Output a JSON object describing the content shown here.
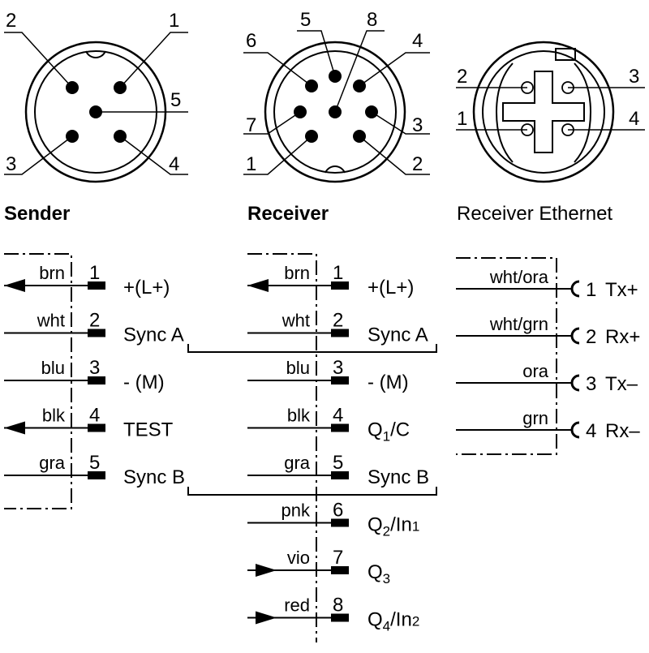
{
  "connectors": {
    "sender": {
      "pins": [
        "1",
        "2",
        "3",
        "4",
        "5"
      ]
    },
    "receiver": {
      "pins": [
        "1",
        "2",
        "3",
        "4",
        "5",
        "6",
        "7",
        "8"
      ]
    },
    "ethernet": {
      "pins": [
        "1",
        "2",
        "3",
        "4"
      ]
    }
  },
  "sections": {
    "sender_title": "Sender",
    "receiver_title": "Receiver",
    "ethernet_title": "Receiver Ethernet"
  },
  "sender_rows": [
    {
      "wire": "brn",
      "pin": "1",
      "signal": "+(L+)",
      "arrow": "out"
    },
    {
      "wire": "wht",
      "pin": "2",
      "signal": "Sync A",
      "arrow": "none"
    },
    {
      "wire": "blu",
      "pin": "3",
      "signal": "- (M)",
      "arrow": "none"
    },
    {
      "wire": "blk",
      "pin": "4",
      "signal": "TEST",
      "arrow": "out"
    },
    {
      "wire": "gra",
      "pin": "5",
      "signal": "Sync B",
      "arrow": "none"
    }
  ],
  "receiver_rows": [
    {
      "wire": "brn",
      "pin": "1",
      "signal": "+(L+)",
      "sig_sub": "",
      "sig_tail": "",
      "sig_tail_sub": "",
      "arrow": "out"
    },
    {
      "wire": "wht",
      "pin": "2",
      "signal": "Sync A",
      "sig_sub": "",
      "sig_tail": "",
      "sig_tail_sub": "",
      "arrow": "none"
    },
    {
      "wire": "blu",
      "pin": "3",
      "signal": "- (M)",
      "sig_sub": "",
      "sig_tail": "",
      "sig_tail_sub": "",
      "arrow": "none"
    },
    {
      "wire": "blk",
      "pin": "4",
      "signal": "Q",
      "sig_sub": "1",
      "sig_tail": "/C",
      "sig_tail_sub": "",
      "arrow": "none"
    },
    {
      "wire": "gra",
      "pin": "5",
      "signal": "Sync B",
      "sig_sub": "",
      "sig_tail": "",
      "sig_tail_sub": "",
      "arrow": "none"
    },
    {
      "wire": "pnk",
      "pin": "6",
      "signal": "Q",
      "sig_sub": "2",
      "sig_tail": "/In",
      "sig_tail_sub": "1",
      "arrow": "none"
    },
    {
      "wire": "vio",
      "pin": "7",
      "signal": "Q",
      "sig_sub": "3",
      "sig_tail": "",
      "sig_tail_sub": "",
      "arrow": "in"
    },
    {
      "wire": "red",
      "pin": "8",
      "signal": "Q",
      "sig_sub": "4",
      "sig_tail": "/In",
      "sig_tail_sub": "2",
      "arrow": "in"
    }
  ],
  "ethernet_rows": [
    {
      "wire": "wht/ora",
      "pin": "1",
      "signal": "Tx+"
    },
    {
      "wire": "wht/grn",
      "pin": "2",
      "signal": "Rx+"
    },
    {
      "wire": "ora",
      "pin": "3",
      "signal": "Tx–"
    },
    {
      "wire": "grn",
      "pin": "4",
      "signal": "Rx–"
    }
  ]
}
